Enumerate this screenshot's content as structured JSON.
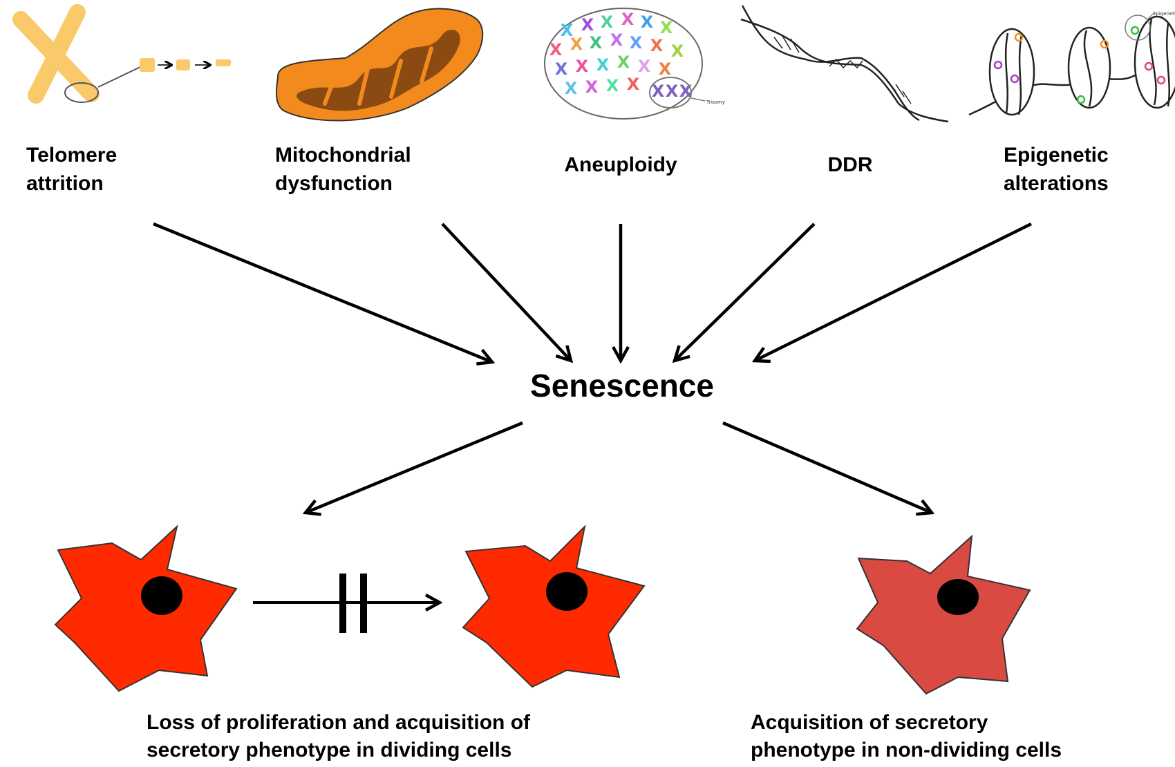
{
  "causes": [
    {
      "id": "telomere",
      "line1": "Telomere",
      "line2": "attrition"
    },
    {
      "id": "mito",
      "line1": "Mitochondrial",
      "line2": "dysfunction"
    },
    {
      "id": "aneuploidy",
      "line1": "Aneuploidy"
    },
    {
      "id": "ddr",
      "line1": "DDR"
    },
    {
      "id": "epigenetic",
      "line1": "Epigenetic",
      "line2": "alterations"
    }
  ],
  "center": {
    "label": "Senescence"
  },
  "outcomes": {
    "dividing": {
      "line1": "Loss of proliferation and acquisition of",
      "line2": "secretory phenotype in dividing cells"
    },
    "non_dividing": {
      "line1": "Acquisition of secretory",
      "line2": "phenotype in non-dividing cells"
    }
  },
  "inset_labels": {
    "trisomy": "Trisomy",
    "epigenetic_mark": "Epigenetic Mark"
  },
  "colors": {
    "telomere": "#f9c96a",
    "mito_outer": "#f28a1d",
    "mito_inner": "#8a4a12",
    "cell_dividing": "#ff2a00",
    "cell_non_dividing": "#d84a42",
    "nucleus": "#000000",
    "arrow": "#000000"
  }
}
